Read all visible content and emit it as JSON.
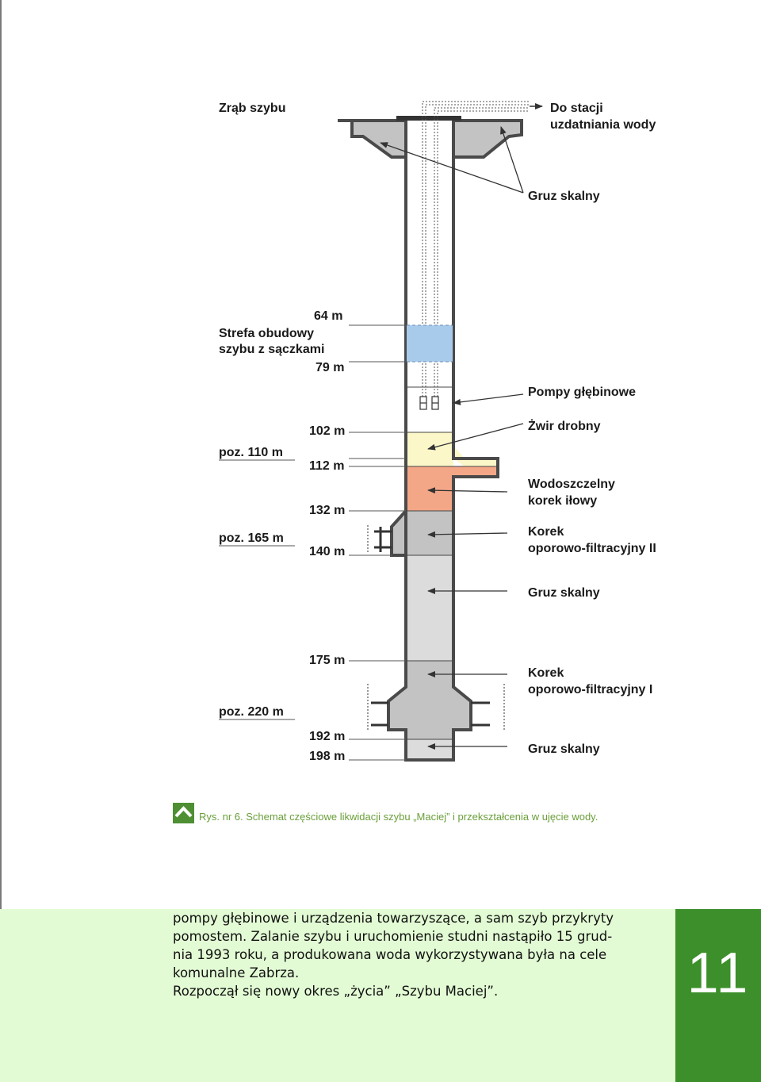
{
  "diagram": {
    "labels": {
      "zrab": "Zrąb szybu",
      "do_stacji_1": "Do stacji",
      "do_stacji_2": "uzdatniania wody",
      "gruz_top": "Gruz skalny",
      "strefa_1": "Strefa obudowy",
      "strefa_2": "szybu z sączkami",
      "pompy": "Pompy głębinowe",
      "zwir": "Żwir drobny",
      "korek_ilowy_1": "Wodoszczelny",
      "korek_ilowy_2": "korek iłowy",
      "korek2_1": "Korek",
      "korek2_2": "oporowo-filtracyjny II",
      "gruz_mid": "Gruz skalny",
      "korek1_1": "Korek",
      "korek1_2": "oporowo-filtracyjny I",
      "gruz_bottom": "Gruz skalny"
    },
    "depths": {
      "d64": "64 m",
      "d79": "79 m",
      "d102": "102 m",
      "d112": "112 m",
      "d132": "132 m",
      "d140": "140 m",
      "d175": "175 m",
      "d192": "192 m",
      "d198": "198 m"
    },
    "levels": {
      "poz110": "poz. 110 m",
      "poz165": "poz. 165 m",
      "poz220": "poz. 220 m"
    },
    "colors": {
      "wall": "#4a4a4a",
      "fill_blue": "#a9cbeb",
      "fill_yellow": "#fbf7c9",
      "fill_orange": "#f4a787",
      "fill_gray_dark": "#c3c3c3",
      "fill_gray_light": "#dcdcdc",
      "accent_green": "#3c8f2a",
      "band_green": "#e2fbd4"
    }
  },
  "caption": {
    "icon": "home-arrow-icon",
    "text": "Rys. nr 6. Schemat częściowe likwidacji szybu „Maciej” i przekształcenia w ujęcie wody."
  },
  "text_block": {
    "line1": "pompy głębinowe i urządzenia towarzyszące, a sam szyb przykryty",
    "line2": "pomostem. Zalanie szybu i uruchomienie studni nastąpiło 15 grud-",
    "line3": "nia 1993 roku, a produkowana woda wykorzystywana była na cele",
    "line4": "komunalne Zabrza.",
    "line5": "Rozpoczął się nowy okres „życia” „Szybu Maciej”."
  },
  "page_number": "11"
}
